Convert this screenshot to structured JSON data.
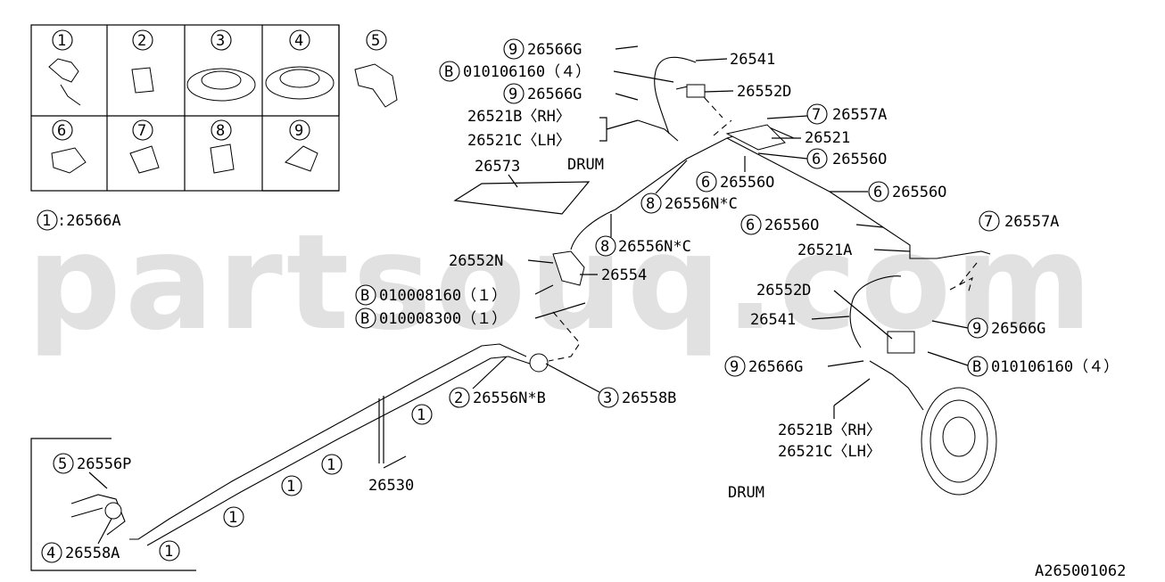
{
  "watermark": "partsouq.com",
  "legend_numbers": [
    "1",
    "2",
    "3",
    "4",
    "5",
    "6",
    "7",
    "8",
    "9"
  ],
  "legend_note": {
    "num": "1",
    "text": ":26566A"
  },
  "drum_label": "DRUM",
  "labels": {
    "upper_26566g_1": "26566G",
    "upper_26541": "26541",
    "upper_bolt": "010106160（４）",
    "upper_26566g_2": "26566G",
    "upper_26552d": "26552D",
    "upper_26521b": "26521B〈RH〉",
    "upper_26521c": "26521C〈LH〉",
    "upper_26557a": "26557A",
    "upper_26521": "26521",
    "p26573": "26573",
    "p26556o_1": "26556O",
    "p26556o_2": "26556O",
    "p26556o_3": "26556O",
    "p26556o_4": "26556O",
    "p26556nc_1": "26556N*C",
    "p26556nc_2": "26556N*C",
    "p26557a_2": "26557A",
    "p26521a": "26521A",
    "p26552n": "26552N",
    "p26554": "26554",
    "bolt_1": "010008160（１）",
    "bolt_2": "010008300（１）",
    "low_26552d": "26552D",
    "low_26541": "26541",
    "low_26566g_1": "26566G",
    "low_26566g_2": "26566G",
    "low_bolt": "010106160（４）",
    "p26556nb": "26556N*B",
    "p26558b": "26558B",
    "low_26521b": "26521B〈RH〉",
    "low_26521c": "26521C〈LH〉",
    "p26530": "26530",
    "p26556p": "26556P",
    "p26558a": "26558A",
    "ref_code": "A265001062"
  }
}
